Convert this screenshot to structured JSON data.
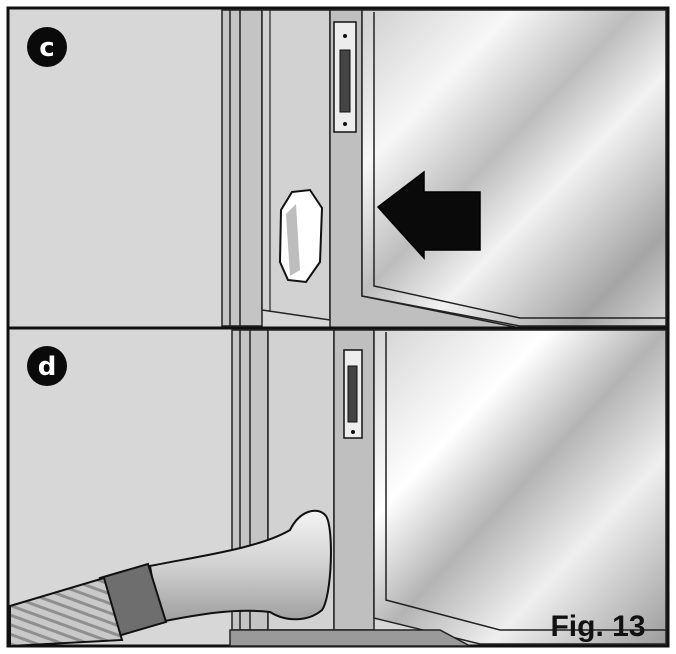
{
  "panels": [
    {
      "label": "c"
    },
    {
      "label": "d"
    }
  ],
  "caption": "Fig. 13",
  "colors": {
    "wall": "#d7d7d7",
    "frame": "#bdbdbd",
    "outline": "#111111",
    "glass_light": "#ffffff",
    "glass_dark": "#9a9a9a",
    "arrow": "#0a0a0a",
    "hose": "#e2e2e2"
  },
  "icons": {
    "arrow": "arrow-left-icon",
    "badge": "circle-letter-badge"
  }
}
